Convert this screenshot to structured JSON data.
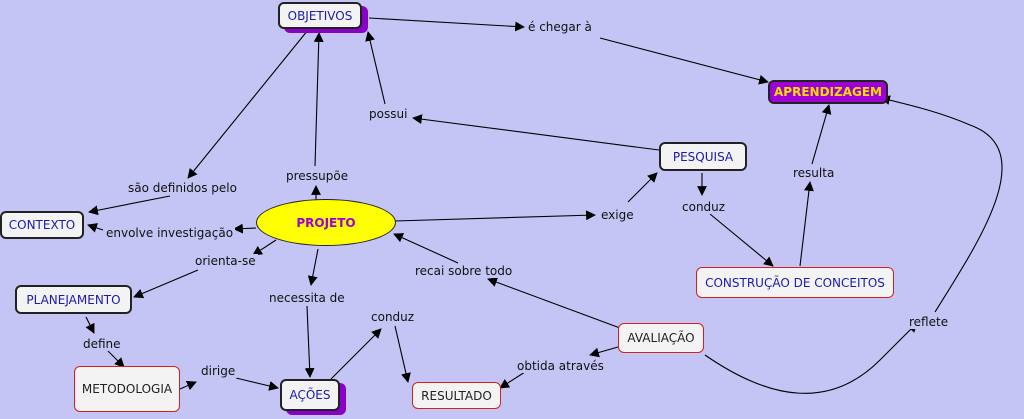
{
  "nodes": {
    "objetivos": "OBJETIVOS",
    "aprendizagem": "APRENDIZAGEM",
    "pesquisa": "PESQUISA",
    "contexto": "CONTEXTO",
    "projeto": "PROJETO",
    "planejamento": "PLANEJAMENTO",
    "construcao": "CONSTRUÇÃO DE CONCEITOS",
    "avaliacao": "AVALIAÇÃO",
    "metodologia": "METODOLOGIA",
    "acoes": "AÇÕES",
    "resultado": "RESULTADO"
  },
  "links": {
    "e_chegar": "é  chegar à",
    "possui": "possui",
    "sao_definidos": "são definidos pelo",
    "pressupoe": "pressupõe",
    "resulta": "resulta",
    "exige": "exige",
    "conduz_top": "conduz",
    "envolve": "envolve investigação",
    "orienta": "orienta-se",
    "recai": "recai sobre todo",
    "necessita": "necessita de",
    "reflete": "reflete",
    "define": "define",
    "conduz_bottom": "conduz",
    "dirige": "dirige",
    "obtida": "obtida através"
  },
  "colors": {
    "background": "#c5c5f5",
    "shadow": "#8a00c8",
    "node_text": "#1a1ab0",
    "projeto_fill": "#ffff00",
    "aprendizagem_fill": "#a000d8"
  }
}
